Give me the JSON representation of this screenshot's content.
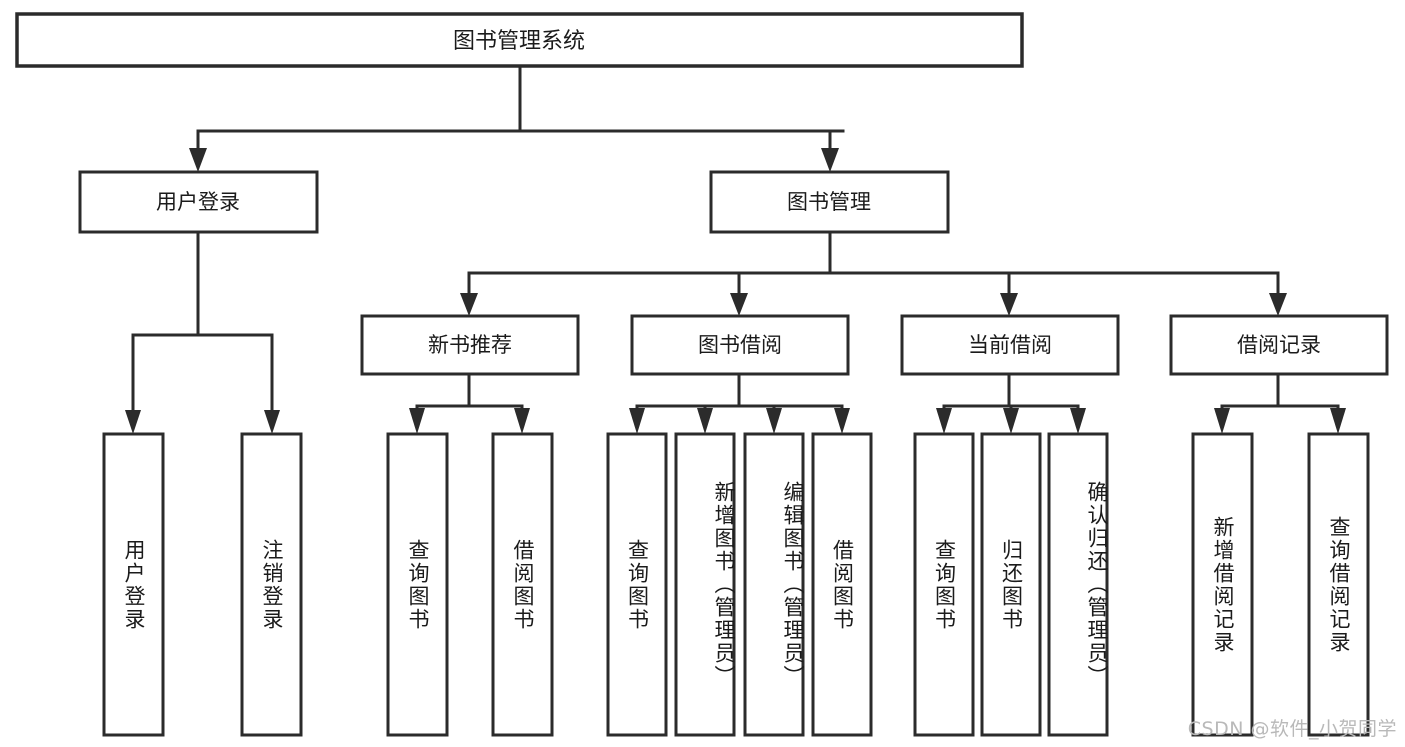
{
  "diagram": {
    "type": "tree-hierarchy",
    "title": "图书管理系统",
    "background_color": "#ffffff",
    "line_color": "#2b2b2b",
    "text_color": "#1b1b1b",
    "watermark": "CSDN @软件_小贺同学",
    "root": {
      "label": "图书管理系统",
      "children": [
        {
          "label": "用户登录",
          "children": [
            {
              "label": "用户登录"
            },
            {
              "label": "注销登录"
            }
          ]
        },
        {
          "label": "图书管理",
          "children": [
            {
              "label": "新书推荐",
              "children": [
                {
                  "label": "查询图书"
                },
                {
                  "label": "借阅图书"
                }
              ]
            },
            {
              "label": "图书借阅",
              "children": [
                {
                  "label": "查询图书"
                },
                {
                  "label": "新增图书（管理员）"
                },
                {
                  "label": "编辑图书（管理员）"
                },
                {
                  "label": "借阅图书"
                }
              ]
            },
            {
              "label": "当前借阅",
              "children": [
                {
                  "label": "查询图书"
                },
                {
                  "label": "归还图书"
                },
                {
                  "label": "确认归还（管理员）"
                }
              ]
            },
            {
              "label": "借阅记录",
              "children": [
                {
                  "label": "新增借阅记录"
                },
                {
                  "label": "查询借阅记录"
                }
              ]
            }
          ]
        }
      ]
    },
    "nodes": {
      "root": {
        "label": "图书管理系统"
      },
      "l1_user_login": {
        "label": "用户登录"
      },
      "l1_book_mgmt": {
        "label": "图书管理"
      },
      "l2_new_book_rec": {
        "label": "新书推荐"
      },
      "l2_book_borrow": {
        "label": "图书借阅"
      },
      "l2_current_borrow": {
        "label": "当前借阅"
      },
      "l2_borrow_record": {
        "label": "借阅记录"
      },
      "leaf_user_login": {
        "label": "用户登录"
      },
      "leaf_logout": {
        "label": "注销登录"
      },
      "leaf_query_book_a": {
        "label": "查询图书"
      },
      "leaf_borrow_book_a": {
        "label": "借阅图书"
      },
      "leaf_query_book_b": {
        "label": "查询图书"
      },
      "leaf_add_book_admin": {
        "label": "新增图书（管理员）"
      },
      "leaf_edit_book_admin": {
        "label": "编辑图书（管理员）"
      },
      "leaf_borrow_book_b": {
        "label": "借阅图书"
      },
      "leaf_query_book_c": {
        "label": "查询图书"
      },
      "leaf_return_book": {
        "label": "归还图书"
      },
      "leaf_confirm_return_admin": {
        "label": "确认归还（管理员）"
      },
      "leaf_add_borrow_record": {
        "label": "新增借阅记录"
      },
      "leaf_query_borrow_record": {
        "label": "查询借阅记录"
      }
    }
  }
}
